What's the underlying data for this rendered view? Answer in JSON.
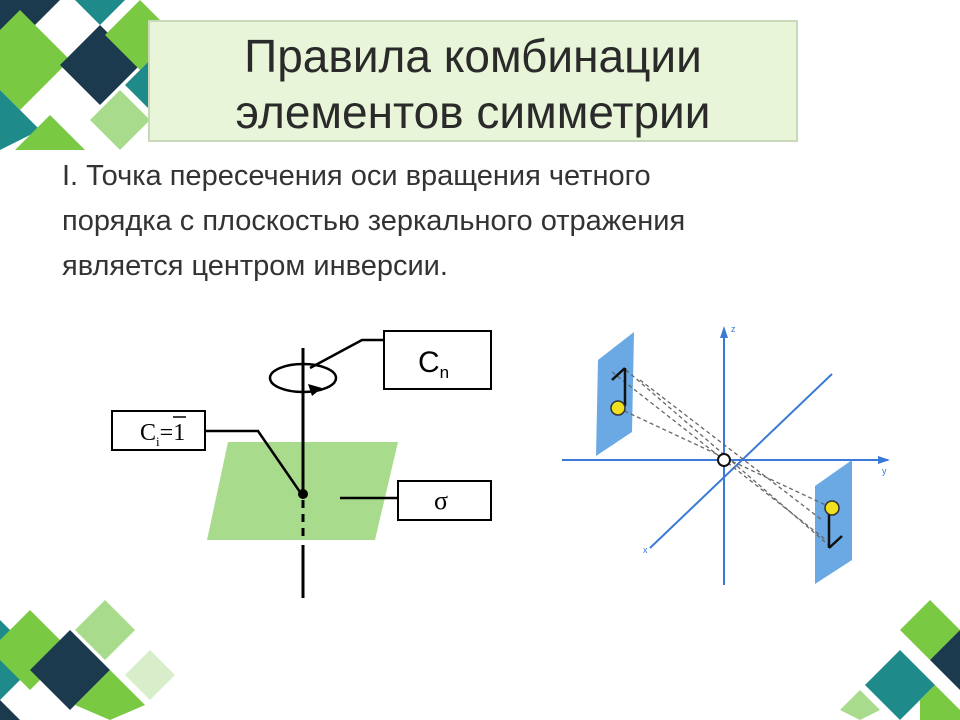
{
  "slide": {
    "title_line1": "Правила комбинации",
    "title_line2": "элементов симметрии",
    "rule_line1": "I. Точка пересечения оси вращения четного",
    "rule_line2": "порядка с плоскостью зеркального отражения",
    "rule_line3": "является центром инверсии."
  },
  "left_diagram": {
    "cn_base": "C",
    "cn_sub": "n",
    "ci_base": "C",
    "ci_sub": "i",
    "ci_rhs": "=",
    "ci_bar_one": "1",
    "sigma_label": "σ"
  },
  "right_diagram": {
    "z_label": "z",
    "y_label": "y",
    "x_label": "x"
  },
  "colors": {
    "plane_green": "#a8dc8c",
    "mirror_blue": "#5aa0e0",
    "point_yellow": "#f0e020",
    "deco_green": "#7ac943",
    "deco_teal": "#1f8a8a",
    "deco_navy": "#1c3a4e",
    "title_bg": "#e8f5d8"
  }
}
